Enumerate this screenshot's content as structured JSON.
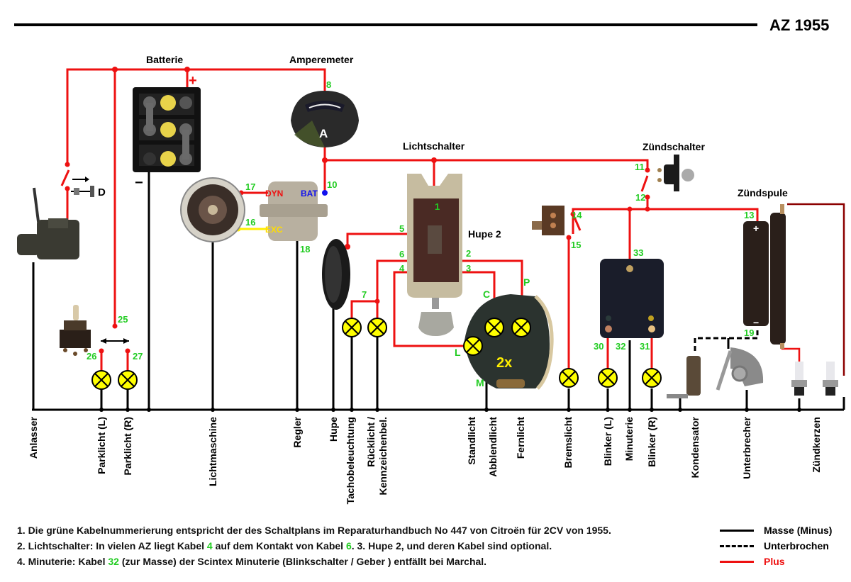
{
  "title": "AZ 1955",
  "components": {
    "batterie": "Batterie",
    "amperemeter": "Amperemeter",
    "amperemeter_symbol": "A",
    "lichtschalter": "Lichtschalter",
    "zuendschalter": "Zündschalter",
    "zuendspule": "Zündspule",
    "hupe2": "Hupe 2",
    "headlight_count": "2x",
    "battery_plus": "+",
    "battery_minus": "−",
    "coil_plus": "+",
    "coil_minus": "−",
    "starter_switch": "D"
  },
  "regler_terminals": {
    "dyn": "DYN",
    "bat": "BAT",
    "exc": "EXC"
  },
  "headlight_terminals": {
    "c": "C",
    "p": "P",
    "l": "L",
    "m": "M"
  },
  "wire_numbers": {
    "w1": "1",
    "w2": "2",
    "w3": "3",
    "w4": "4",
    "w5": "5",
    "w6": "6",
    "w7": "7",
    "w8": "8",
    "w10": "10",
    "w11": "11",
    "w12": "12",
    "w13": "13",
    "w14": "14",
    "w15": "15",
    "w16": "16",
    "w17": "17",
    "w18": "18",
    "w19": "19",
    "w25": "25",
    "w26": "26",
    "w27": "27",
    "w30": "30",
    "w31": "31",
    "w32": "32",
    "w33": "33"
  },
  "ground_labels": [
    "Anlasser",
    "Parklicht (L)",
    "Parklicht (R)",
    "Lichtmaschine",
    "Regler",
    "Hupe",
    "Tachobeleuchtung",
    "Rücklicht /",
    "Kennzeichenbel.",
    "Standlicht",
    "Abblendlicht",
    "Fernlicht",
    "Bremslicht",
    "Blinker (L)",
    "Minuterie",
    "Blinker (R)",
    "Kondensator",
    "Unterbrecher",
    "Zündkerzen"
  ],
  "notes": {
    "n1": "1. Die grüne Kabelnummerierung entspricht der des Schaltplans im Reparaturhandbuch No 447 von Citroën für 2CV von 1955.",
    "n2_a": "2. Lichtschalter: In vielen AZ liegt Kabel ",
    "n2_k1": "4",
    "n2_b": " auf dem Kontakt von Kabel ",
    "n2_k2": "6",
    "n2_c": ".  3. Hupe 2, und deren Kabel sind optional.",
    "n4_a": "4. Minuterie: Kabel ",
    "n4_k": "32",
    "n4_b": " (zur Masse) der Scintex Minuterie (Blinkschalter / Geber ) entfällt bei Marchal."
  },
  "legend": [
    {
      "label": "Masse (Minus)",
      "style": "solid",
      "color": "#000000"
    },
    {
      "label": "Unterbrochen",
      "style": "dashed",
      "color": "#000000"
    },
    {
      "label": "Plus",
      "style": "solid",
      "color": "#ee1111"
    }
  ],
  "colors": {
    "plus": "#ee1111",
    "ground": "#000000",
    "wire_number": "#22cc22",
    "lamp": "#ffff00",
    "bat_terminal": "#1111ee",
    "exc_wire": "#ffee00"
  }
}
